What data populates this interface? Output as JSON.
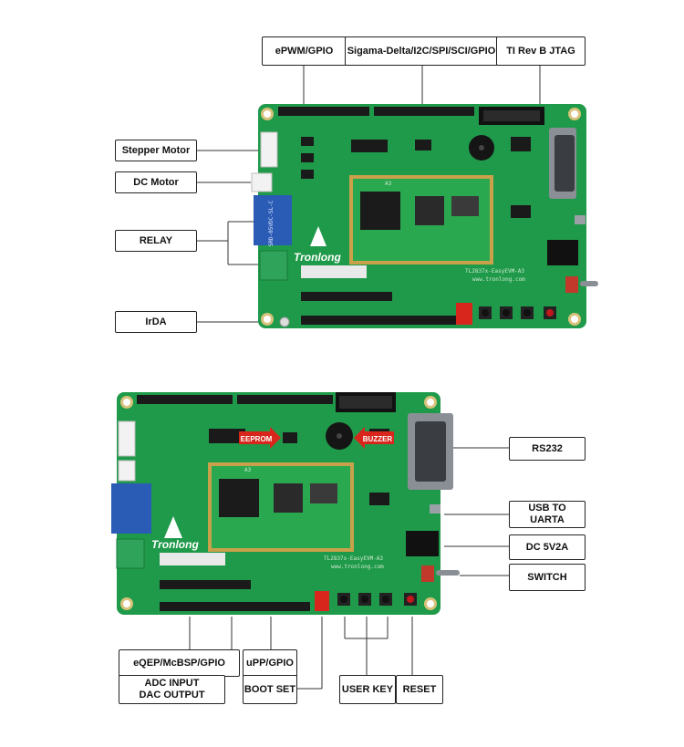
{
  "top_board": {
    "labels": {
      "epwm": "ePWM/GPIO",
      "sigama": "Sigama-Delta/I2C/SPI/SCI/GPIO",
      "jtag": "TI Rev B JTAG",
      "stepper": "Stepper Motor",
      "dc_motor": "DC Motor",
      "relay": "RELAY",
      "irda": "IrDA"
    },
    "silkscreen": {
      "brand": "Tronlong",
      "module": "A3",
      "model": "TL2837x-EasyEVM-A3",
      "url": "www.tronlong.com"
    }
  },
  "bottom_board": {
    "labels": {
      "rs232": "RS232",
      "usb_uart": "USB TO UARTA",
      "dc_power": "DC 5V2A",
      "switch": "SWITCH",
      "eqep": "eQEP/McBSP/GPIO",
      "adc_dac": "ADC INPUT\nDAC OUTPUT",
      "upp": "uPP/GPIO",
      "boot_set": "BOOT SET",
      "user_key": "USER KEY",
      "reset": "RESET"
    },
    "callouts": {
      "eeprom": "EEPROM",
      "buzzer": "BUZZER"
    },
    "silkscreen": {
      "brand": "Tronlong",
      "module": "A3",
      "model": "TL2837x-EasyEVM-A3",
      "url": "www.tronlong.com"
    }
  },
  "colors": {
    "pcb_green": "#1f9a4a",
    "pcb_dark": "#167a39",
    "module_green": "#2aa84f",
    "gold": "#c9a14a",
    "relay_blue": "#2a5bb5",
    "arrow_red": "#d9261c",
    "leader_line": "#333333"
  }
}
